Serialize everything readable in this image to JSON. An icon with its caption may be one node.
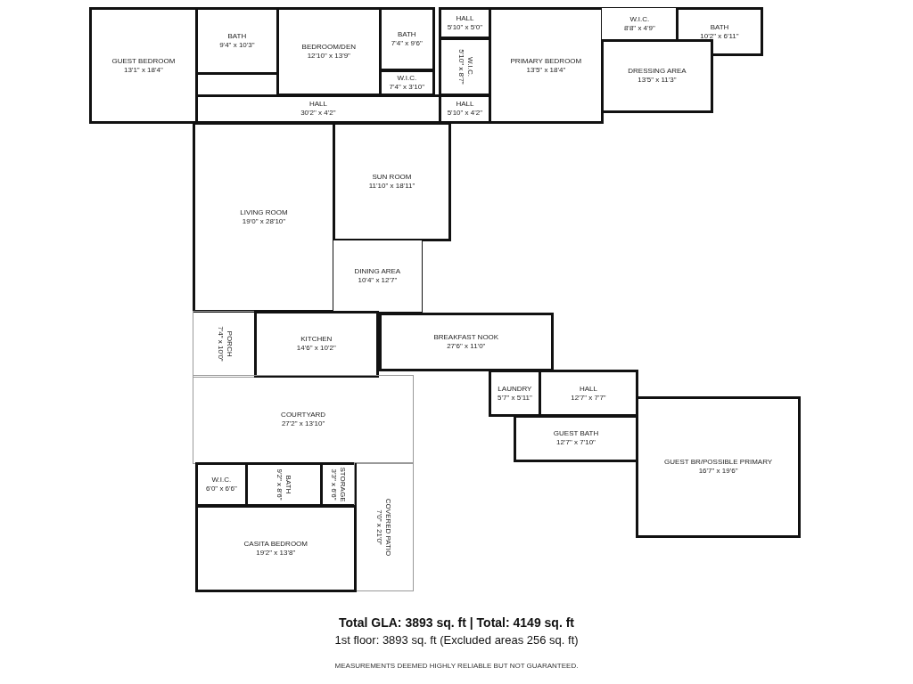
{
  "diagram": {
    "title": "Total GLA: 3893 sq. ft | Total: 4149 sq. ft",
    "nodes": [
      {
        "text": [
          "GUEST BEDROOM",
          "13'1\" x 18'4\""
        ]
      },
      {
        "text": [
          "BATH",
          "9'4\" x 10'3\""
        ]
      },
      {
        "text": [
          "BEDROOM/DEN",
          "12'10\" x 13'9\""
        ]
      },
      {
        "text": [
          "BATH",
          "7'4\" x 9'6\""
        ]
      },
      {
        "text": [
          "W.I.C.",
          "7'4\" x 3'10\""
        ]
      },
      {
        "text": [
          "HALL",
          "30'2\" x 4'2\""
        ]
      },
      {
        "text": [
          "HALL",
          "5'10\" x 5'0\""
        ]
      },
      {
        "text": [
          "W.I.C.",
          "5'10\" x 8'7\""
        ]
      },
      {
        "text": [
          "HALL",
          "5'10\" x 4'2\""
        ]
      },
      {
        "text": [
          "PRIMARY BEDROOM",
          "13'5\" x 18'4\""
        ]
      },
      {
        "text": [
          "W.I.C.",
          "8'8\" x 4'9\""
        ]
      },
      {
        "text": [
          "BATH",
          "10'2\" x 6'11\""
        ]
      },
      {
        "text": [
          "DRESSING AREA",
          "13'5\" x 11'3\""
        ]
      },
      {
        "text": [
          "SUN ROOM",
          "11'10\" x 18'11\""
        ]
      },
      {
        "text": [
          "LIVING ROOM",
          "19'0\" x 28'10\""
        ]
      },
      {
        "text": [
          "DINING AREA",
          "10'4\" x 12'7\""
        ]
      },
      {
        "text": [
          "PORCH",
          "7'4\" x 10'0\""
        ]
      },
      {
        "text": [
          "KITCHEN",
          "14'6\" x 10'2\""
        ]
      },
      {
        "text": [
          "BREAKFAST NOOK",
          "27'6\" x 11'0\""
        ]
      },
      {
        "text": [
          "LAUNDRY",
          "5'7\" x 5'11\""
        ]
      },
      {
        "text": [
          "HALL",
          "12'7\" x 7'7\""
        ]
      },
      {
        "text": [
          "GUEST BATH",
          "12'7\" x 7'10\""
        ]
      },
      {
        "text": [
          "GUEST BR/POSSIBLE PRIMARY",
          "16'7\" x 19'6\""
        ]
      },
      {
        "text": [
          "COURTYARD",
          "27'2\" x 13'10\""
        ]
      },
      {
        "text": [
          "W.I.C.",
          "6'0\" x 6'6\""
        ]
      },
      {
        "text": [
          "BATH",
          "9'2\" x 8'6\""
        ]
      },
      {
        "text": [
          "STORAGE",
          "3'3\" x 6'6\""
        ]
      },
      {
        "text": [
          "COVERED PATIO",
          "7'0\" x 21'0\""
        ]
      },
      {
        "text": [
          "CASITA BEDROOM",
          "19'2\" x 13'8\""
        ]
      }
    ],
    "labels": [
      "1st floor: 3893 sq. ft (Excluded areas 256 sq. ft)",
      "MEASUREMENTS DEEMED HIGHLY RELIABLE BUT NOT GUARANTEED."
    ]
  }
}
